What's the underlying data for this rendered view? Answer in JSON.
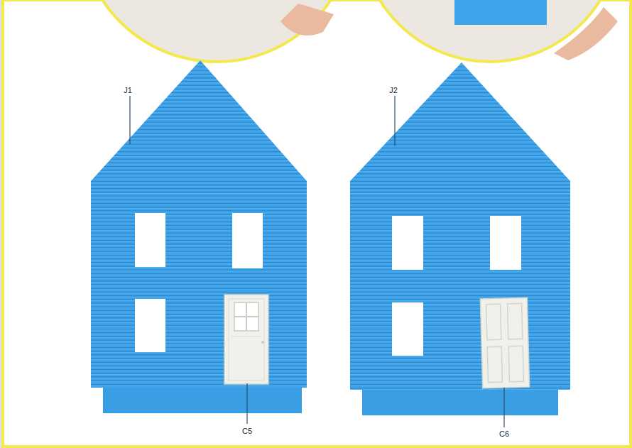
{
  "diagram": {
    "labels": [
      "J1",
      "J2",
      "C5",
      "C6"
    ]
  }
}
